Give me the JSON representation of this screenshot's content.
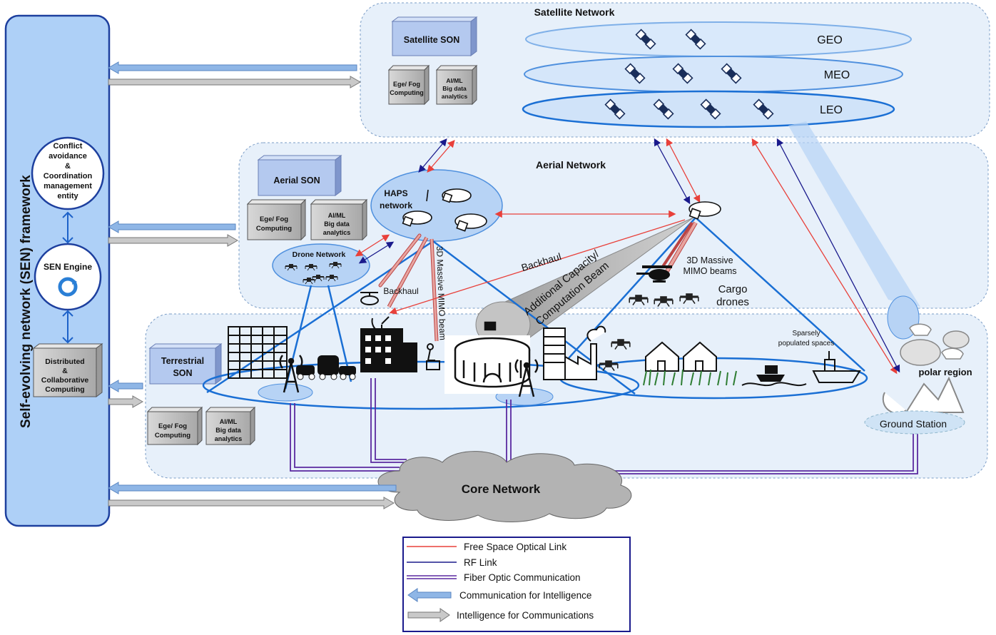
{
  "framework": {
    "title": "Self-evolving network (SEN) framework",
    "conflict_entity": [
      "Conflict",
      "avoidance",
      "&",
      "Coordination",
      "management",
      "entity"
    ],
    "engine": "SEN Engine",
    "distributed": [
      "Distributed",
      "&",
      "Collaborative",
      "Computing"
    ]
  },
  "satellite": {
    "title": "Satellite Network",
    "son": "Satellite SON",
    "edge": [
      "Ege/ Fog",
      "Computing"
    ],
    "aiml": [
      "AI/ML",
      "Big data",
      "analytics"
    ],
    "orbits": [
      "GEO",
      "MEO",
      "LEO"
    ]
  },
  "aerial": {
    "title": "Aerial Network",
    "son": "Aerial SON",
    "edge": [
      "Ege/ Fog",
      "Computing"
    ],
    "aiml": [
      "AI/ML",
      "Big data",
      "analytics"
    ],
    "haps": [
      "HAPS",
      "network"
    ],
    "drone_network": "Drone Network",
    "backhaul_small": "Backhaul",
    "backhaul_large": "Backhaul",
    "mimo_beam": "3D Massive MIMO beam",
    "mimo_beams": [
      "3D Massive",
      "MIMO beams"
    ],
    "additional": [
      "Additional Capacity/",
      "Computation Beam"
    ],
    "cargo": [
      "Cargo",
      "drones"
    ]
  },
  "terrestrial": {
    "son": [
      "Terrestrial",
      "SON"
    ],
    "edge": [
      "Ege/ Fog",
      "Computing"
    ],
    "aiml": [
      "AI/ML",
      "Big data",
      "analytics"
    ],
    "sparse": [
      "Sparsely",
      "populated spaces"
    ],
    "polar": "polar region",
    "ground_station": "Ground Station"
  },
  "core": "Core Network",
  "legend": {
    "items": [
      {
        "label": "Free Space Optical Link",
        "color": "#e8403a"
      },
      {
        "label": "RF Link",
        "color": "#1a1a8c"
      },
      {
        "label": "Fiber Optic Communication",
        "color": "#5b2aa0"
      },
      {
        "label": "Communication for Intelligence",
        "color": "#8fb6e6"
      },
      {
        "label": "Intelligence for Communications",
        "color": "#c9c9c9"
      }
    ]
  },
  "colors": {
    "panel": "#eaf2fb",
    "framework": "#aed0f7",
    "son_box": "#b4c9ef",
    "fso": "#e8403a",
    "rf": "#1a1a8c",
    "fiber": "#5b2aa0",
    "beam": "#1a6fd4"
  }
}
